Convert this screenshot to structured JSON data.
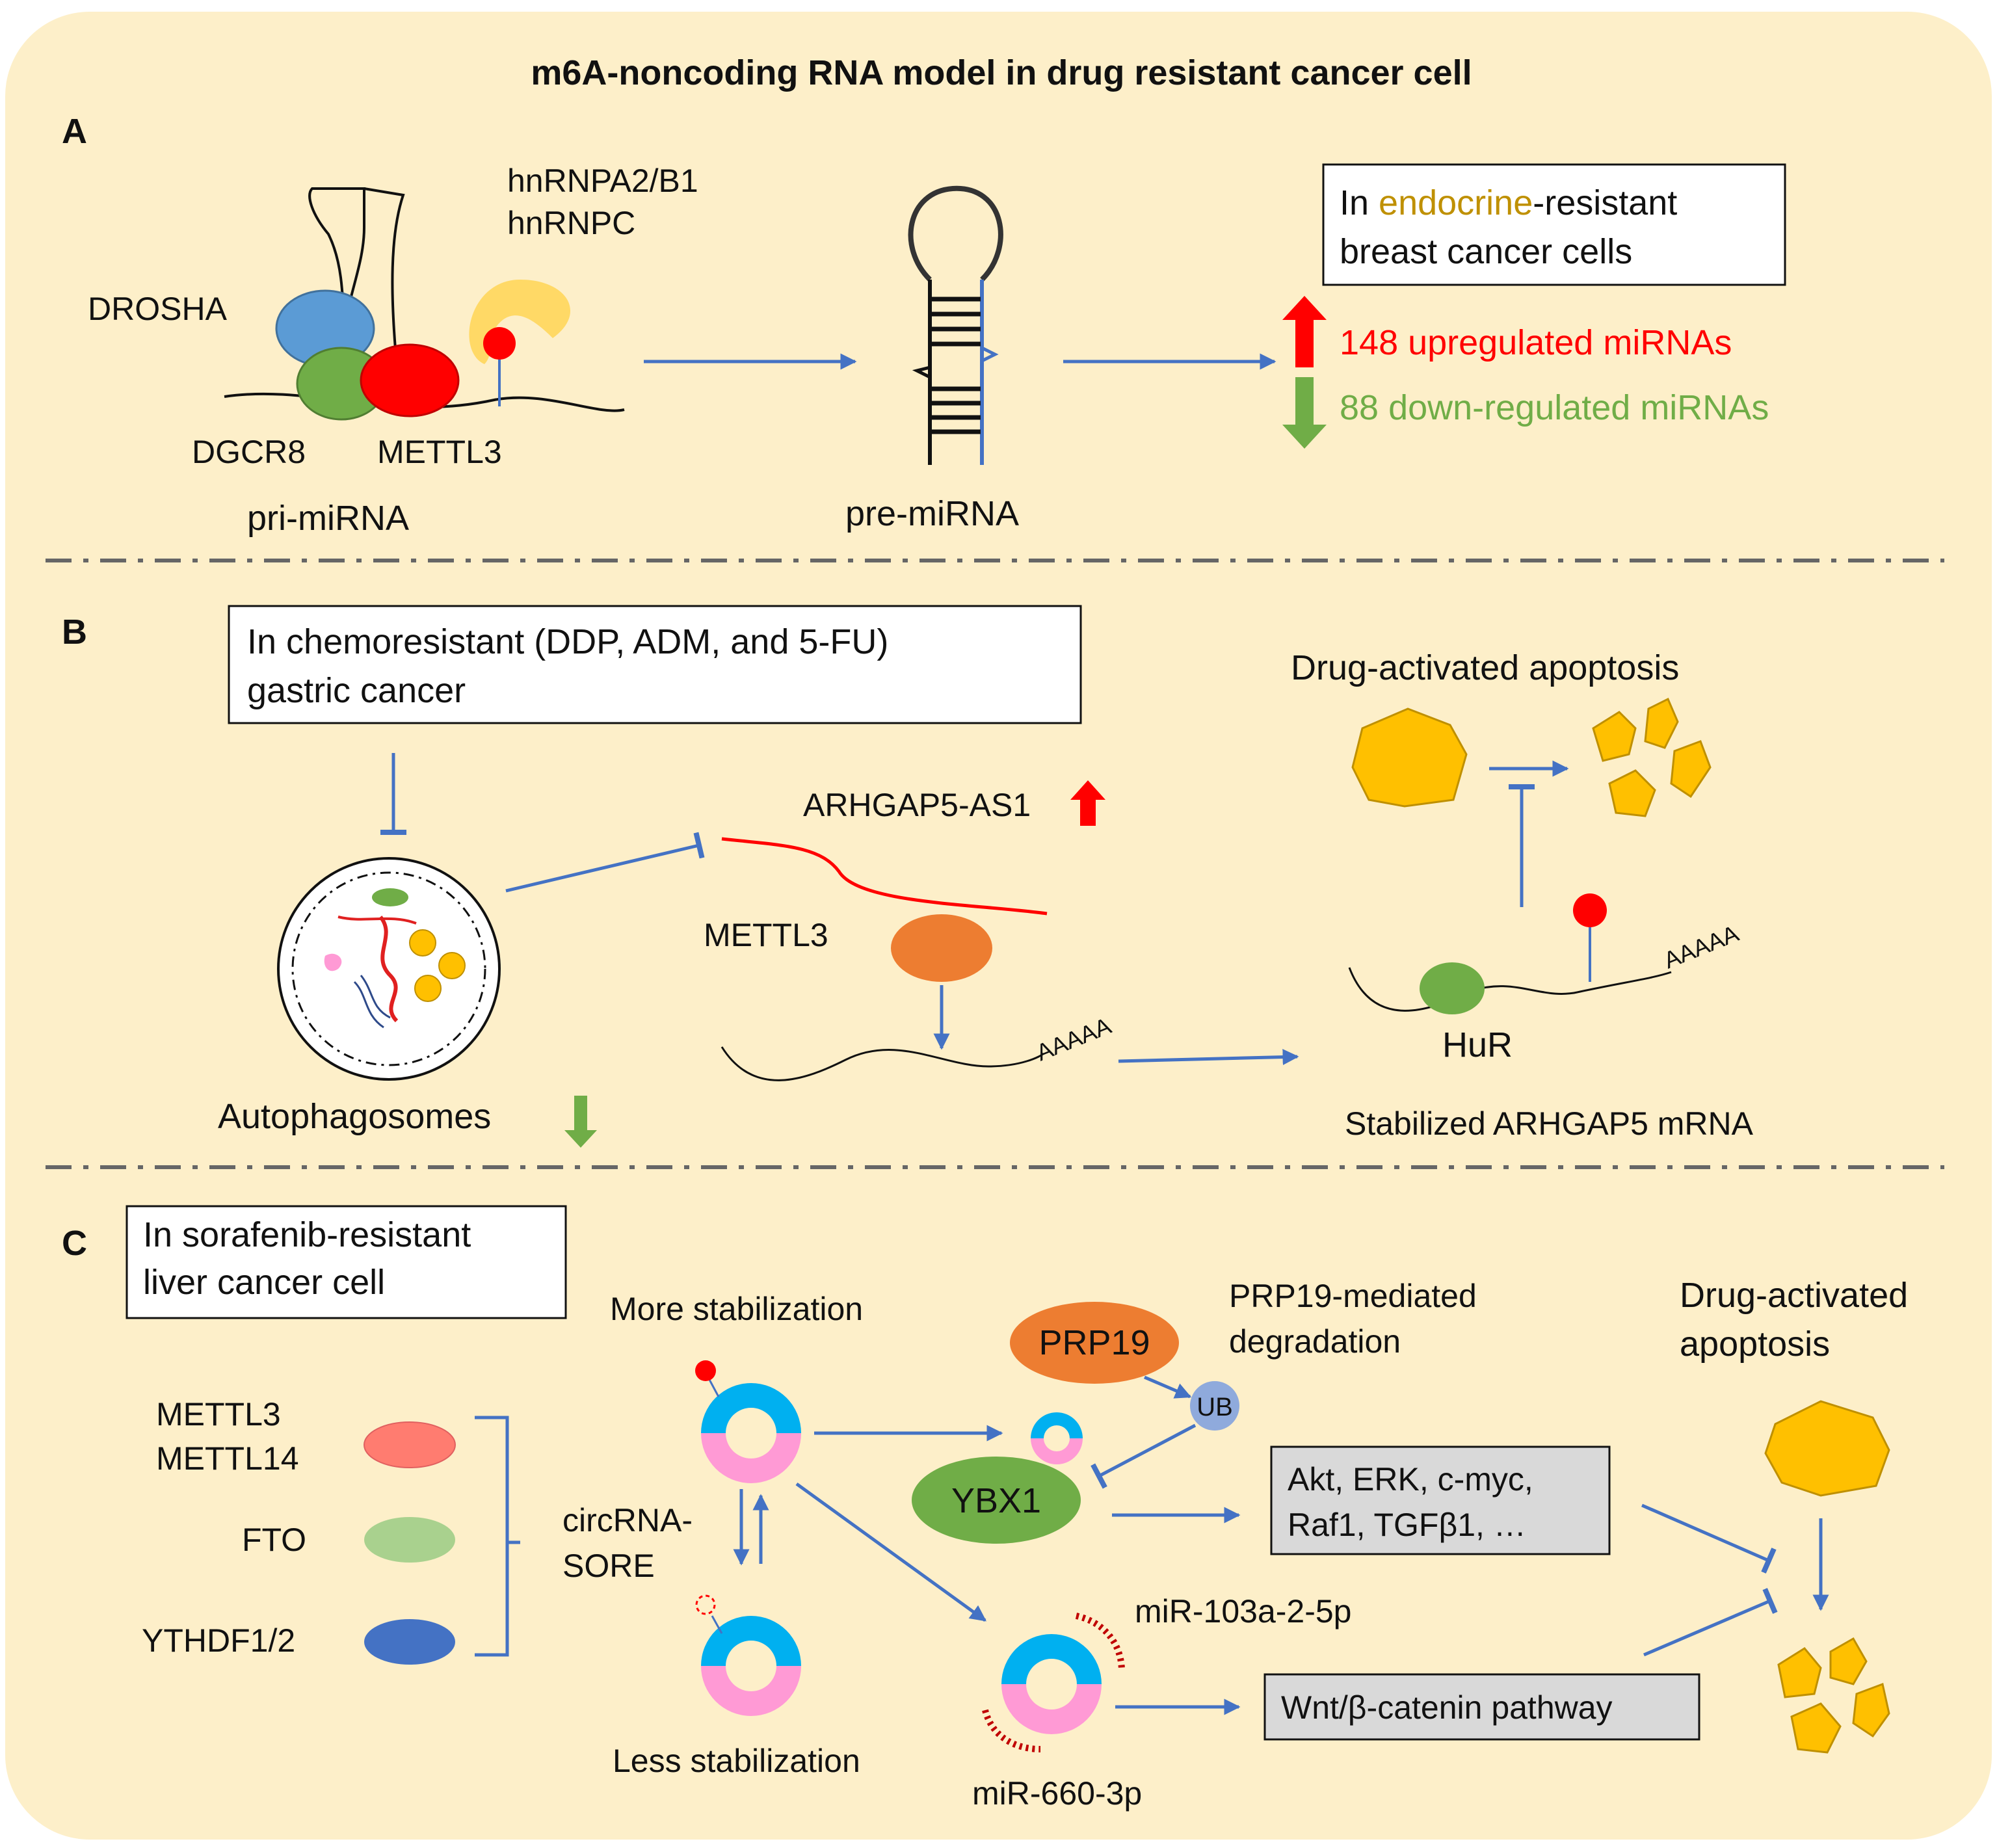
{
  "title": "m6A-noncoding RNA model in drug resistant cancer cell",
  "colors": {
    "background": "#fdefc9",
    "arrow": "#4472c4",
    "up_red": "#ff0000",
    "down_green": "#70ad47",
    "apoptosis_yellow": "#ffc000",
    "endocrine_word": "#bf9000"
  },
  "panelA": {
    "label": "A",
    "drosha": "DROSHA",
    "dgcr8": "DGCR8",
    "mettl3": "METTL3",
    "hnrnpa": "hnRNPA2/B1",
    "hnrnpc": "hnRNPC",
    "pri_mirna": "pri-miRNA",
    "pre_mirna": "pre-miRNA",
    "box_line1_pre": "In ",
    "box_line1_colored": "endocrine",
    "box_line1_post": "-resistant",
    "box_line2": "breast cancer cells",
    "up_text": "148 upregulated miRNAs",
    "down_text": "88 down-regulated miRNAs"
  },
  "panelB": {
    "label": "B",
    "box_line1": "In chemoresistant (DDP, ADM, and 5-FU)",
    "box_line2": "gastric cancer",
    "autophagosomes": "Autophagosomes",
    "arhgap5_as1": "ARHGAP5-AS1",
    "mettl3": "METTL3",
    "polya1": "AAAAA",
    "polya2": "AAAAA",
    "drug_apoptosis": "Drug-activated apoptosis",
    "hur": "HuR",
    "stabilized": "Stabilized ARHGAP5 mRNA"
  },
  "panelC": {
    "label": "C",
    "box_line1": "In sorafenib-resistant",
    "box_line2": "liver cancer cell",
    "mettl3": "METTL3",
    "mettl14": "METTL14",
    "fto": "FTO",
    "ythdf": "YTHDF1/2",
    "circ_line1": "circRNA-",
    "circ_line2": "SORE",
    "more_stab": "More stabilization",
    "less_stab": "Less stabilization",
    "prp19": "PRP19",
    "prp19_med_line1": "PRP19-mediated",
    "prp19_med_line2": "degradation",
    "ub": "UB",
    "ybx1": "YBX1",
    "akt_line1": "Akt, ERK, c-myc,",
    "akt_line2": "Raf1, TGFβ1, …",
    "mir103": "miR-103a-2-5p",
    "mir660": "miR-660-3p",
    "wnt": "Wnt/β-catenin pathway",
    "drug_apoptosis_line1": "Drug-activated",
    "drug_apoptosis_line2": "apoptosis"
  }
}
